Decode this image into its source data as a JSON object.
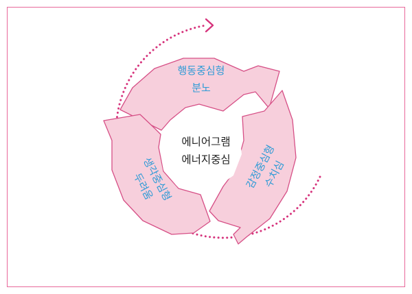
{
  "center": {
    "line1": "에니어그램",
    "line2": "에너지중심"
  },
  "segments": [
    {
      "line1": "행동중심형",
      "line2": "분노"
    },
    {
      "line1": "감정중심형",
      "line2": "수치심"
    },
    {
      "line1": "생각중심형",
      "line2": "두려움"
    }
  ],
  "colors": {
    "fill": "#f7cfdc",
    "stroke": "#d64f86",
    "label": "#2f9bd6",
    "dots": "#d6337c"
  }
}
